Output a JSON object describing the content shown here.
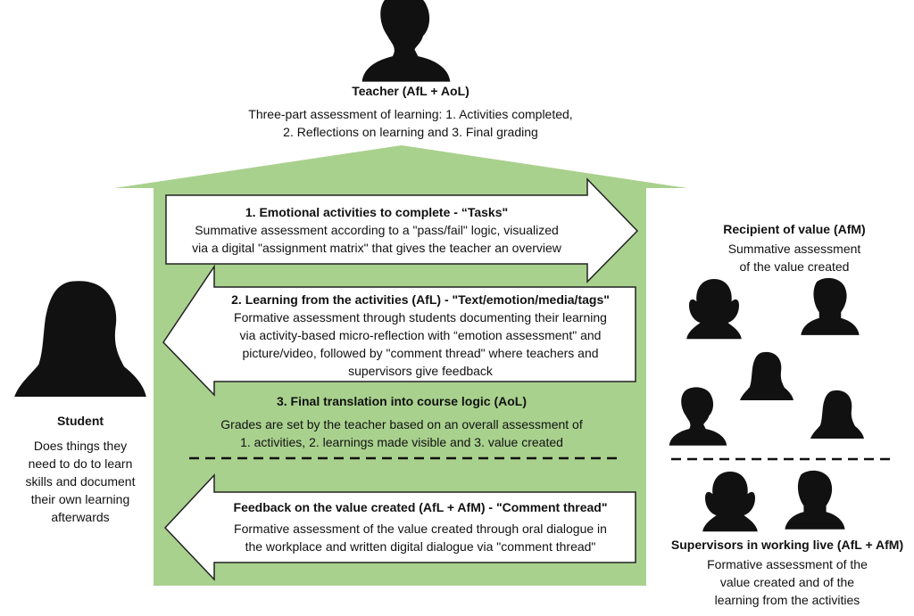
{
  "teacher": {
    "title": "Teacher (AfL + AoL)",
    "desc_lines": [
      "Three-part assessment of learning: 1. Activities completed,",
      "2. Reflections on learning and 3. Final grading"
    ]
  },
  "arrow1": {
    "title": "1. Emotional activities to complete - “Tasks\"",
    "desc_lines": [
      "Summative assessment according to a \"pass/fail\" logic, visualized",
      "via a digital \"assignment matrix\" that gives the teacher an overview"
    ]
  },
  "arrow2": {
    "title": "2. Learning from the activities (AfL) - \"Text/emotion/media/tags\"",
    "desc_lines": [
      "Formative assessment through students documenting their learning",
      "via activity-based micro-reflection with “emotion assessment\" and",
      "picture/video, followed by \"comment thread\" where teachers and",
      "supervisors give feedback"
    ]
  },
  "final": {
    "title": "3. Final translation into course logic (AoL)",
    "desc_lines": [
      "Grades are set by the teacher based on an overall assessment of",
      "1. activities, 2. learnings made visible and 3. value created"
    ]
  },
  "arrow3": {
    "title": "Feedback on the value created (AfL + AfM) - \"Comment thread\"",
    "desc_lines": [
      "Formative assessment of the value created through oral dialogue in",
      "the workplace and written digital dialogue via \"comment thread\""
    ]
  },
  "student": {
    "title": "Student",
    "desc_lines": [
      "Does things they",
      "need to do to learn",
      "skills and document",
      "their own learning",
      "afterwards"
    ]
  },
  "recipient": {
    "title": "Recipient of value (AfM)",
    "desc_lines": [
      "Summative assessment",
      "of the value created"
    ]
  },
  "supervisors": {
    "title": "Supervisors in working live (AfL + AfM)",
    "desc_lines": [
      "Formative assessment of the",
      "value created and of the",
      "learning from the activities"
    ]
  },
  "colors": {
    "green": "#a9d18e",
    "arrow_border": "#222222",
    "silhouette": "#111111"
  }
}
